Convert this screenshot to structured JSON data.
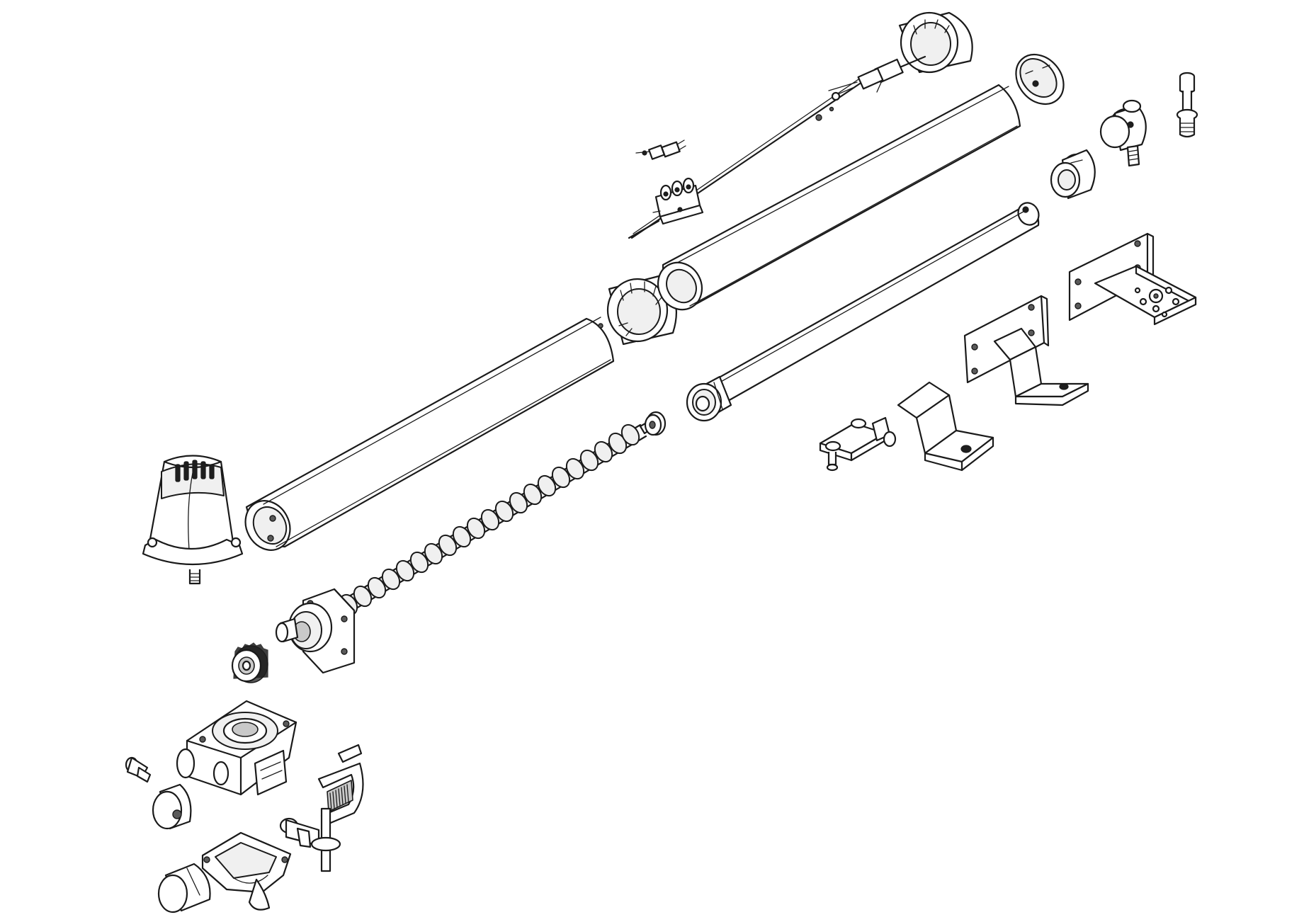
{
  "diagram": {
    "kind": "exploded-view",
    "parts": [
      {
        "id": "motor-cover",
        "icon": "motor-cover-icon"
      },
      {
        "id": "outer-tube-lower",
        "icon": "tube-icon"
      },
      {
        "id": "outer-tube-upper",
        "icon": "tube-icon"
      },
      {
        "id": "end-cap-front",
        "icon": "end-cap-icon"
      },
      {
        "id": "end-cap-rear",
        "icon": "end-cap-icon"
      },
      {
        "id": "limit-switch-wiring",
        "icon": "wiring-icon"
      },
      {
        "id": "small-connector",
        "icon": "connector-icon"
      },
      {
        "id": "terminal-block",
        "icon": "terminal-block-icon"
      },
      {
        "id": "oval-cover-plate",
        "icon": "cover-plate-icon"
      },
      {
        "id": "inner-push-rod",
        "icon": "rod-icon"
      },
      {
        "id": "rod-end-fitting",
        "icon": "fitting-icon"
      },
      {
        "id": "bushing",
        "icon": "bushing-icon"
      },
      {
        "id": "swivel-joint",
        "icon": "swivel-joint-icon"
      },
      {
        "id": "pin-bolt",
        "icon": "bolt-icon"
      },
      {
        "id": "worm-screw",
        "icon": "worm-screw-icon"
      },
      {
        "id": "washer",
        "icon": "washer-icon"
      },
      {
        "id": "bearing-flange",
        "icon": "bearing-icon"
      },
      {
        "id": "gear",
        "icon": "gear-icon"
      },
      {
        "id": "gearbox-housing",
        "icon": "gearbox-icon"
      },
      {
        "id": "release-cap",
        "icon": "release-cap-icon"
      },
      {
        "id": "release-bolt",
        "icon": "bolt-icon"
      },
      {
        "id": "ribbed-cover",
        "icon": "ribbed-cover-icon"
      },
      {
        "id": "release-lever",
        "icon": "lever-icon"
      },
      {
        "id": "gearbox-bottom",
        "icon": "gearbox-bottom-icon"
      },
      {
        "id": "cylinder-plug",
        "icon": "cylinder-icon"
      },
      {
        "id": "post-bracket",
        "icon": "bracket-icon"
      },
      {
        "id": "z-bracket-large",
        "icon": "bracket-icon"
      },
      {
        "id": "z-bracket-small",
        "icon": "bracket-icon"
      },
      {
        "id": "clamp-pin",
        "icon": "clamp-icon"
      }
    ]
  }
}
